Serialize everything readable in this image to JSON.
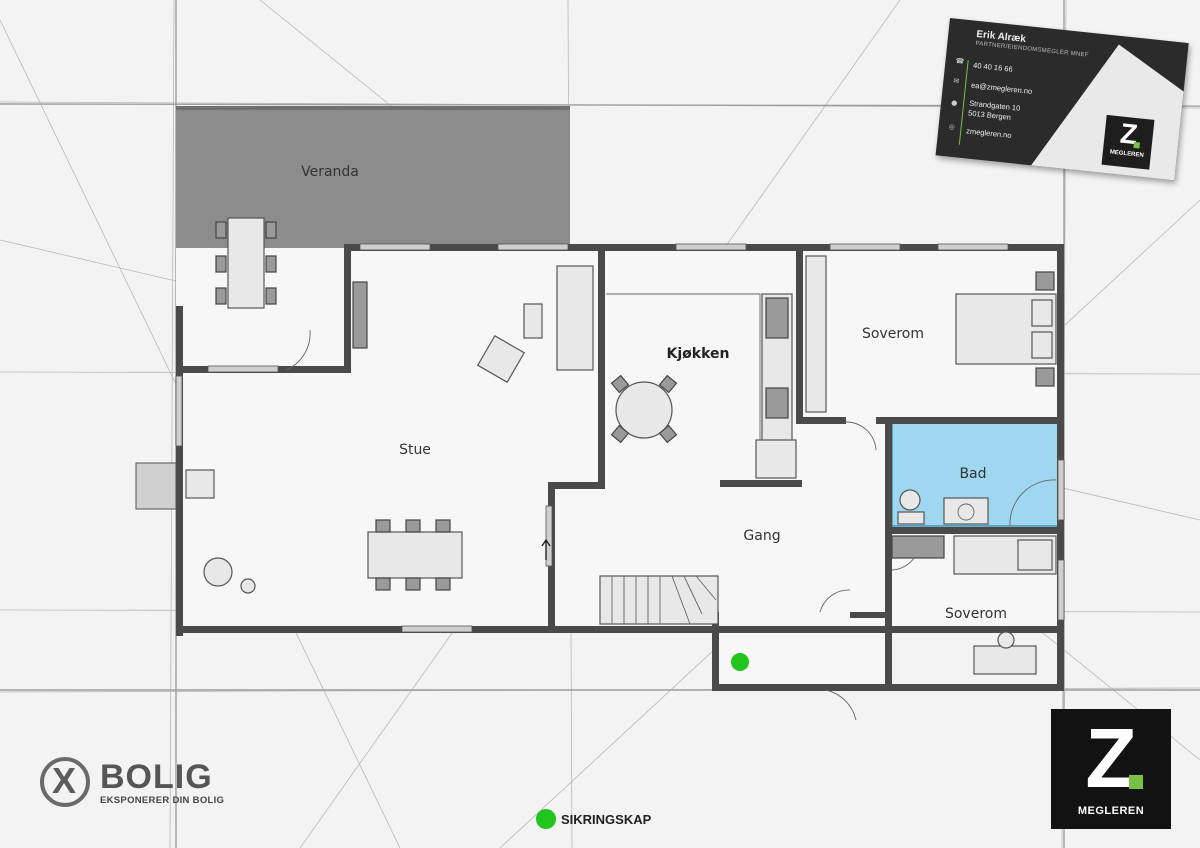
{
  "rooms": {
    "veranda": "Veranda",
    "stue": "Stue",
    "kjokken": "Kjøkken",
    "soverom1": "Soverom",
    "bad": "Bad",
    "gang": "Gang",
    "soverom2": "Soverom"
  },
  "legend": {
    "label": "SIKRINGSKAP",
    "color": "#22c41e"
  },
  "card": {
    "name": "Erik Alræk",
    "role": "PARTNER/EIENDOMSMEGLER MNEF",
    "phone": "40 40 16 66",
    "email": "ea@zmegleren.no",
    "address_line1": "Strandgaten 10",
    "address_line2": "5013 Bergen",
    "web": "zmegleren.no",
    "logo_letter": "Z",
    "logo_text": "MEGLEREN"
  },
  "zlogo": {
    "letter": "Z",
    "text": "MEGLEREN",
    "accent": "#7ac143"
  },
  "xbolig": {
    "mark": "X",
    "brand": "BOLIG",
    "tagline": "EKSPONERER DIN BOLIG"
  },
  "colors": {
    "bathroom": "#9fd6f0",
    "veranda": "#8c8c8c",
    "wall": "#4a4a4a"
  }
}
